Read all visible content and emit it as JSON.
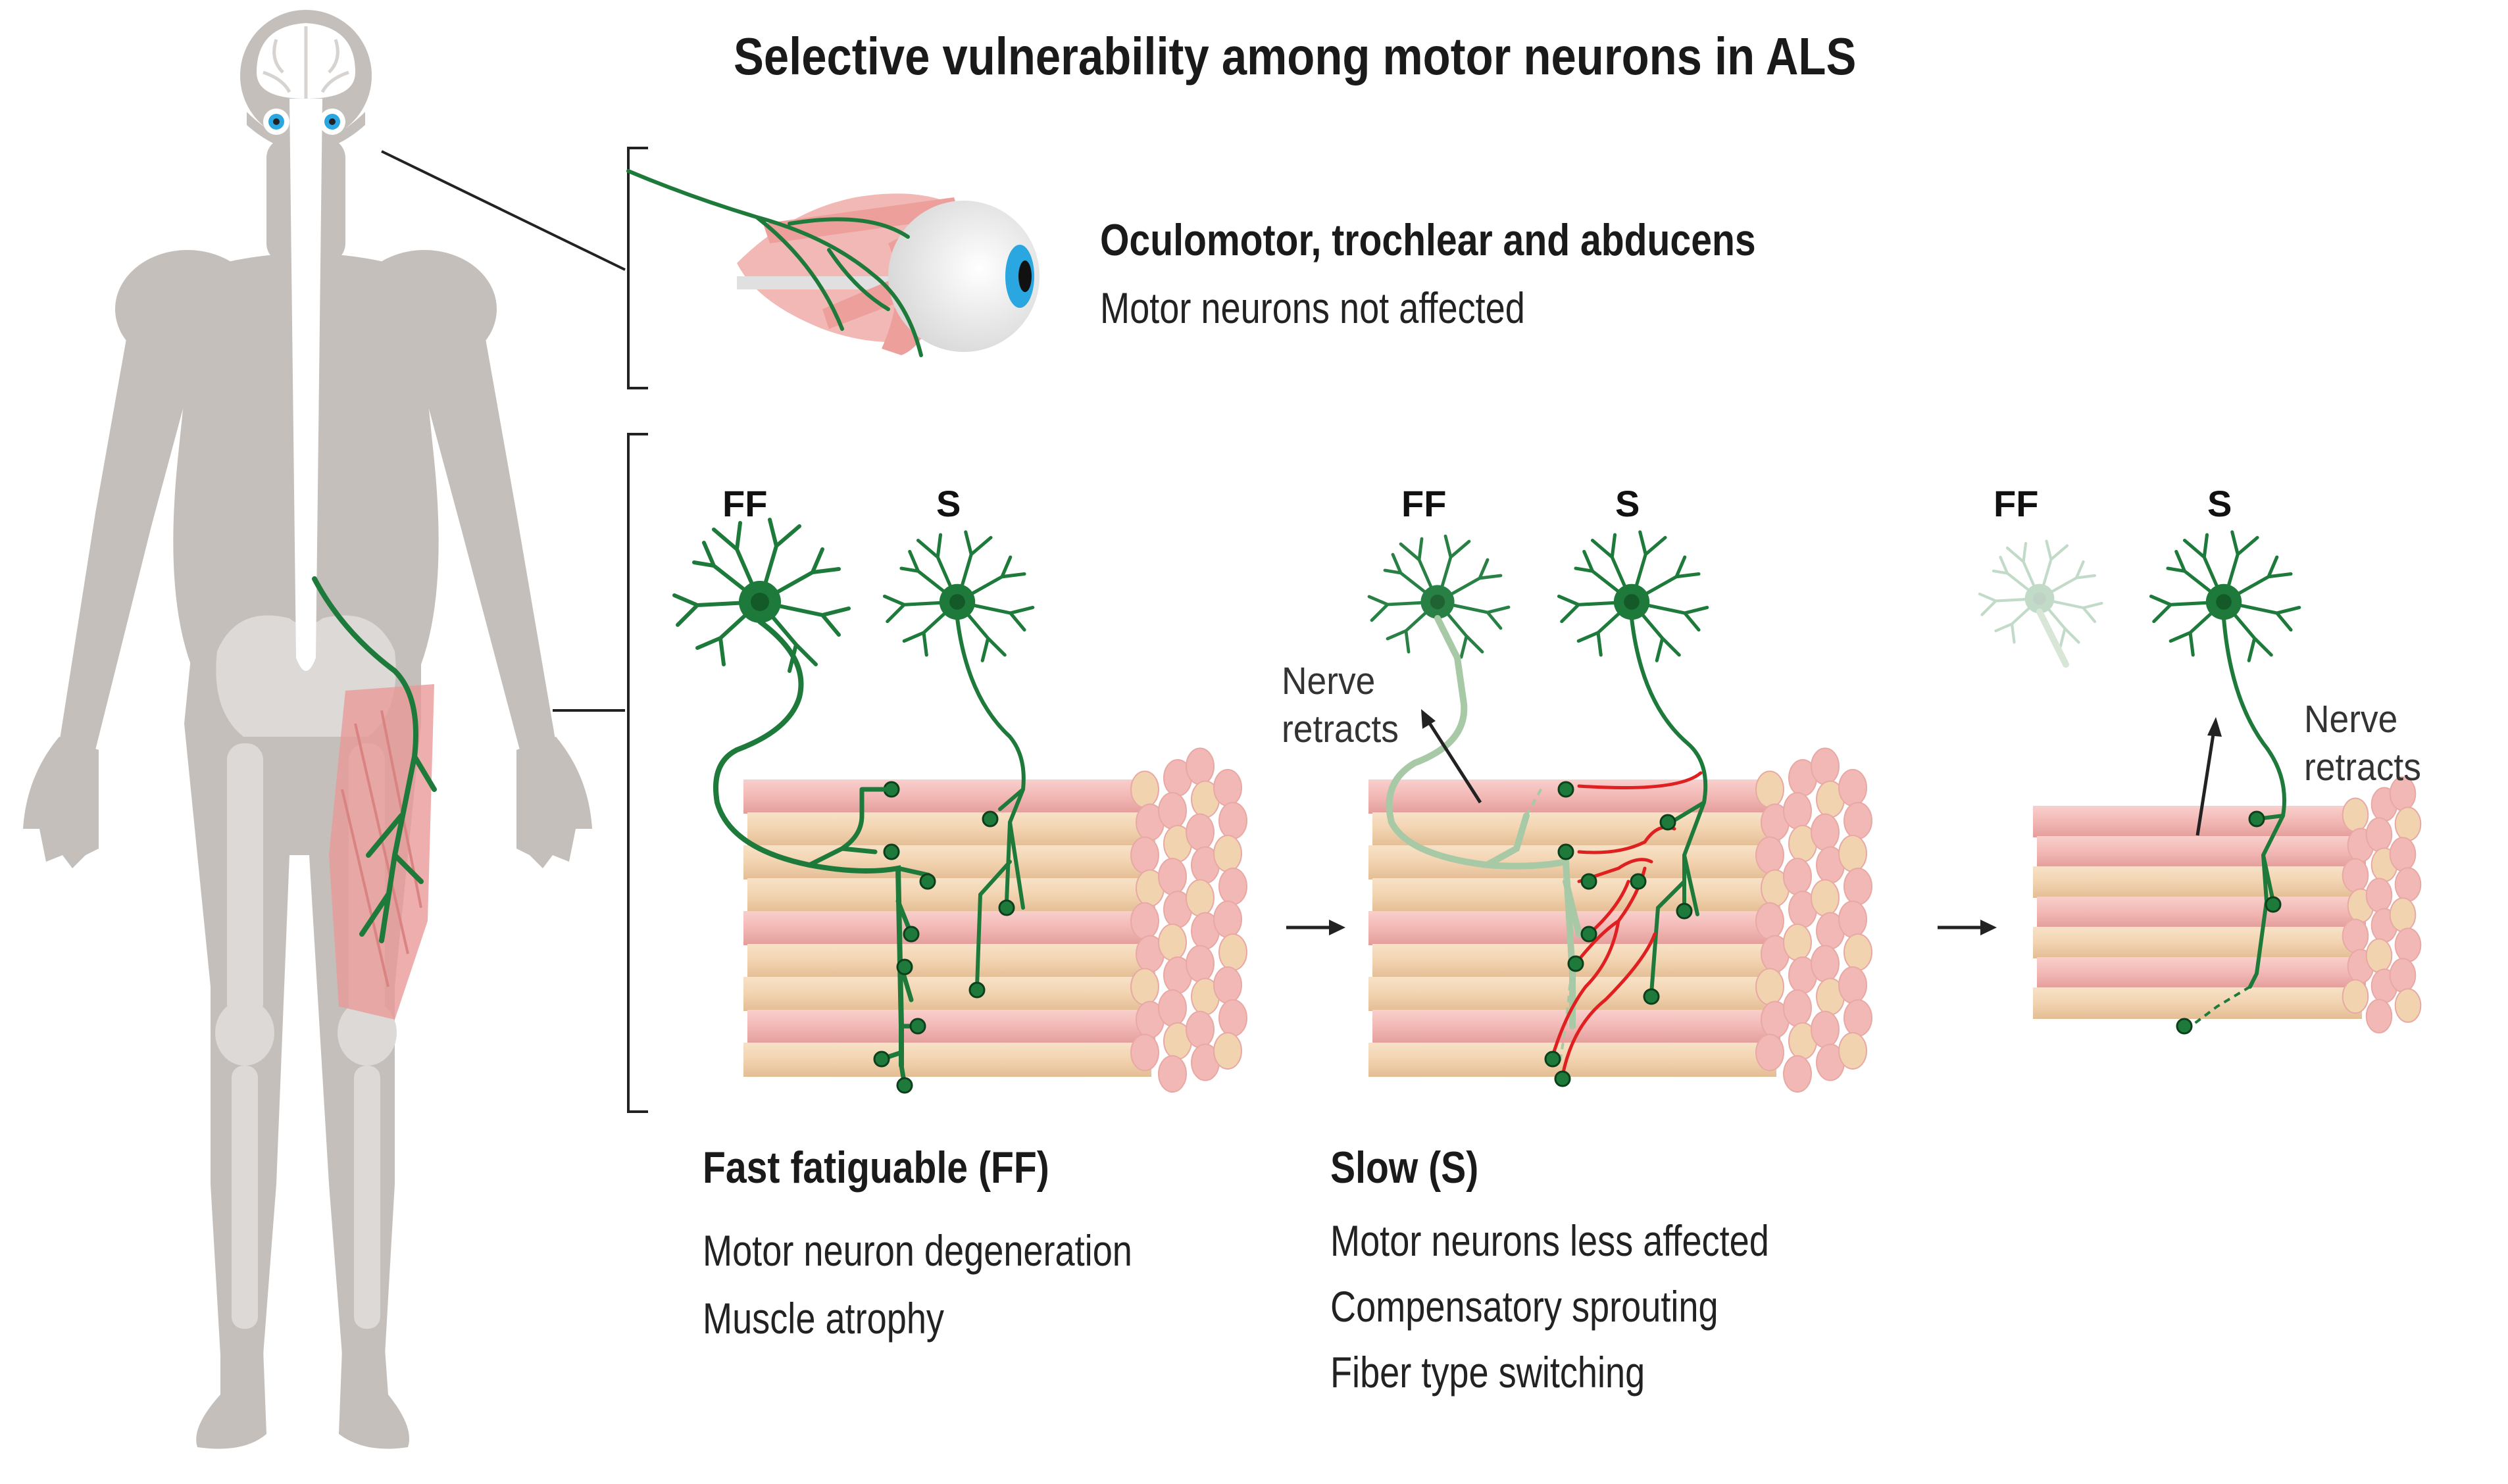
{
  "title": "Selective vulnerability among motor neurons in ALS",
  "eye_section": {
    "heading": "Oculomotor, trochlear and abducens",
    "subtitle": "Motor neurons not affected"
  },
  "neuron_labels": {
    "ff": "FF",
    "s": "S"
  },
  "annotations": {
    "nerve_retracts_1": [
      "Nerve",
      "retracts"
    ],
    "nerve_retracts_2": [
      "Nerve",
      "retracts"
    ]
  },
  "ff_section": {
    "heading": "Fast fatiguable (FF)",
    "lines": [
      "Motor neuron degeneration",
      "Muscle atrophy"
    ]
  },
  "s_section": {
    "heading": "Slow (S)",
    "lines": [
      "Motor neurons less affected",
      "Compensatory sprouting",
      "Fiber type switching"
    ]
  },
  "colors": {
    "body": "#c4bfbb",
    "bone": "#dcd9d6",
    "neuron": "#1e7a3a",
    "neuron_faded": "#a8c9a6",
    "muscle_pink": "#f2b8b5",
    "muscle_tan": "#f2d3b0",
    "sprout_red": "#e02020",
    "eye_iris": "#2aa7e0"
  },
  "icons": [
    "human-body-icon",
    "brain-icon",
    "eye-icon",
    "muscle-bundle-icon",
    "motor-neuron-icon",
    "arrow-right-icon"
  ]
}
